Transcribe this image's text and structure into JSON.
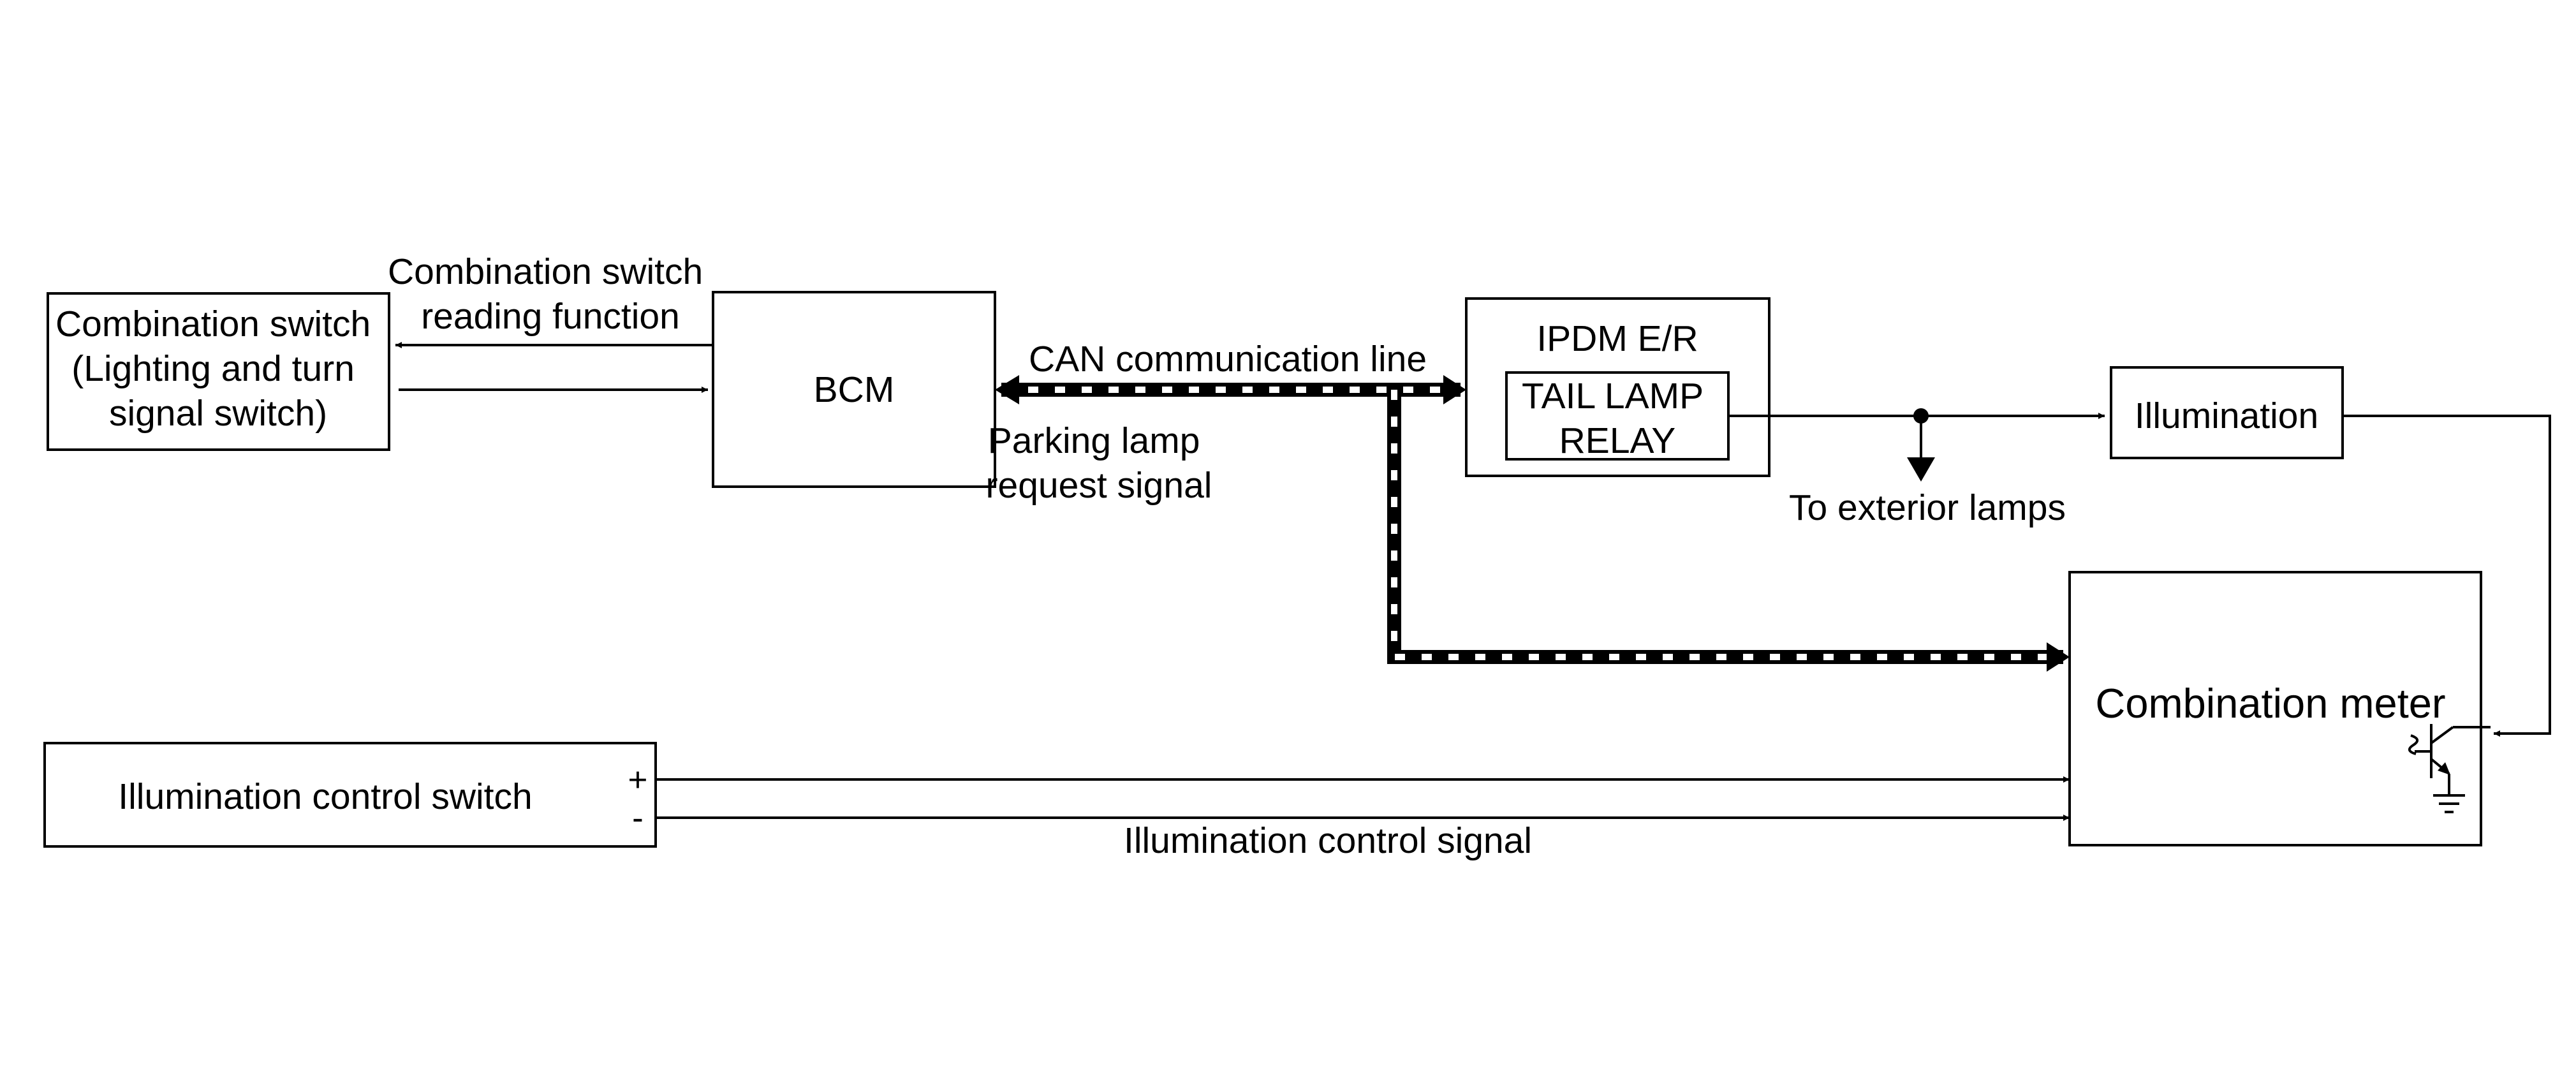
{
  "blocks": {
    "combination_switch": [
      "Combination switch",
      "(Lighting and turn",
      "signal switch)"
    ],
    "bcm": "BCM",
    "ipdm": "IPDM E/R",
    "tail_lamp_relay": [
      "TAIL LAMP",
      "RELAY"
    ],
    "illumination": "Illumination",
    "combination_meter": "Combination meter",
    "illumination_control_switch": "Illumination control switch"
  },
  "labels": {
    "combination_switch_reading": [
      "Combination switch",
      "reading function"
    ],
    "can_line": "CAN communication line",
    "parking_lamp_request": [
      "Parking lamp",
      "request signal"
    ],
    "to_exterior_lamps": "To exterior lamps",
    "illumination_control_signal": "Illumination control signal",
    "plus": "+",
    "minus": "-"
  }
}
